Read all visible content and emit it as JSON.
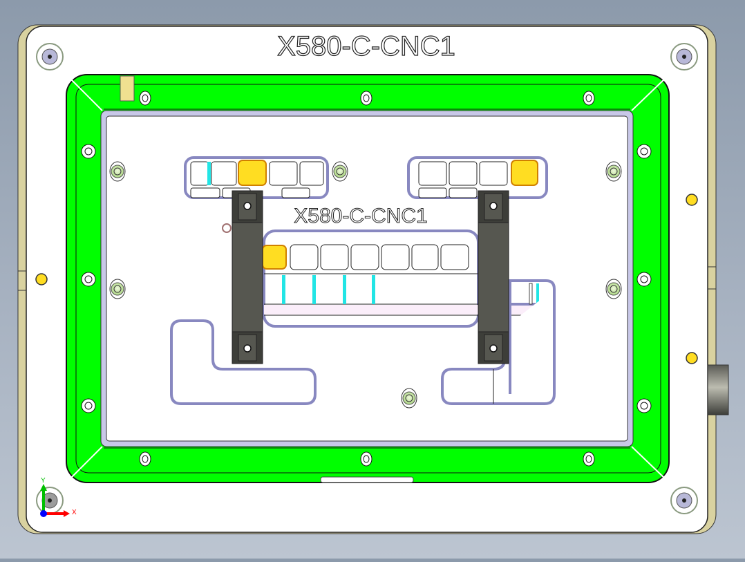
{
  "viewport": {
    "background_top": "#8c9aab",
    "background_bottom": "#bcc5d1"
  },
  "part": {
    "engraving_top": "X580-C-CNC1",
    "engraving_center": "X580-C-CNC1",
    "colors": {
      "plate": "#ffffff",
      "plate_edge": "#d9d2a0",
      "frame_green": "#00ff00",
      "rail_lavender": "#9b9bc8",
      "locator_yellow": "#ffdd22",
      "clamp_dark": "#565750",
      "cyan_rib": "#22e5e5",
      "dowel_green": "#c8eaa0"
    }
  },
  "triad": {
    "x_label": "X",
    "y_label": "Y",
    "x_color": "#ff0000",
    "y_color": "#00c000",
    "origin_color": "#0000ff"
  }
}
